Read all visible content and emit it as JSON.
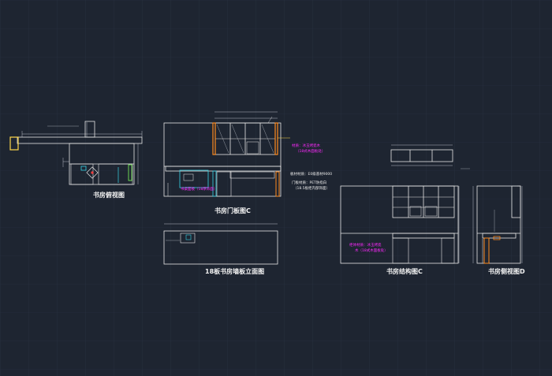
{
  "colors": {
    "background": "#1e2531",
    "grid": "#2a3444",
    "line": "#e6e6e6",
    "dimension": "#b8bcc4",
    "cyan": "#38d4e6",
    "orange": "#ff8a1e",
    "yellow": "#ffd84a",
    "magenta": "#ff29ff",
    "green": "#7dff5a",
    "red": "#ff4040"
  },
  "views": {
    "side_plan": {
      "title": "书房俯视图"
    },
    "door_elevation": {
      "title": "书房门板图C"
    },
    "wall_panel_elevation": {
      "title": "18板书房墙板立面图"
    },
    "structure_elevation": {
      "title": "书房结构图C"
    },
    "side_elevation": {
      "title": "书房侧视图D"
    }
  },
  "annotations": {
    "door_material": "材质：冰玉烤瓷木",
    "door_material_sub": "（18式木面板处）",
    "board_material": "板材材质：E0级基材9000",
    "door_panel_material": "门板材质：PET防指白",
    "door_panel_material_sub": "（18.5板柜内部饰面）",
    "struct_material": "柜体材质：冰玉烤瓷",
    "struct_material_sub": "木（18式木面板处）",
    "desk_note": "书桌面板（18厚饰面）"
  }
}
